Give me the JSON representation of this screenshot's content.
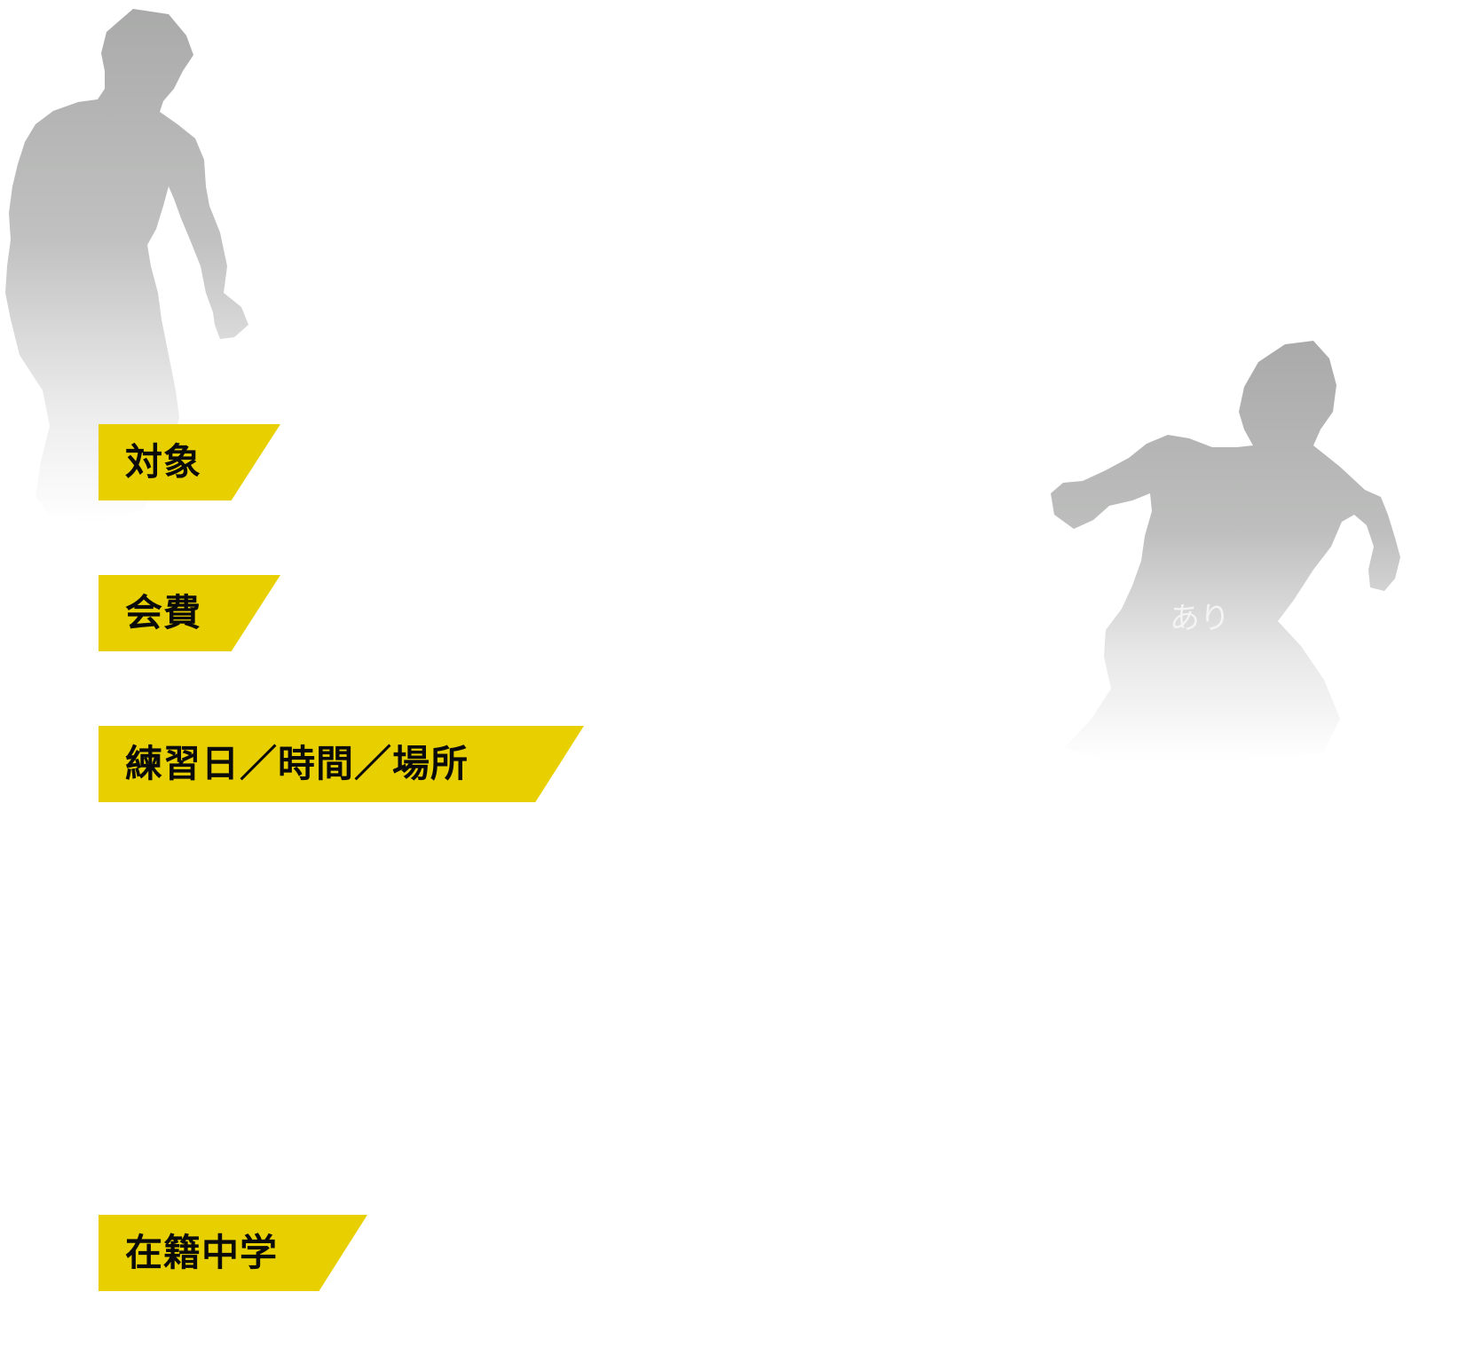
{
  "sections": {
    "target_label": "対象",
    "fee_label": "会費",
    "practice_label": "練習日／時間／場所",
    "school_label": "在籍中学"
  },
  "overlay_text": "あり",
  "colors": {
    "label_background": "#e8d000",
    "label_text": "#0a0a0a",
    "silhouette_top": "#a9aaa9",
    "page_background": "#ffffff"
  },
  "images": {
    "left": "player-silhouette-standing",
    "right": "player-silhouette-running"
  }
}
